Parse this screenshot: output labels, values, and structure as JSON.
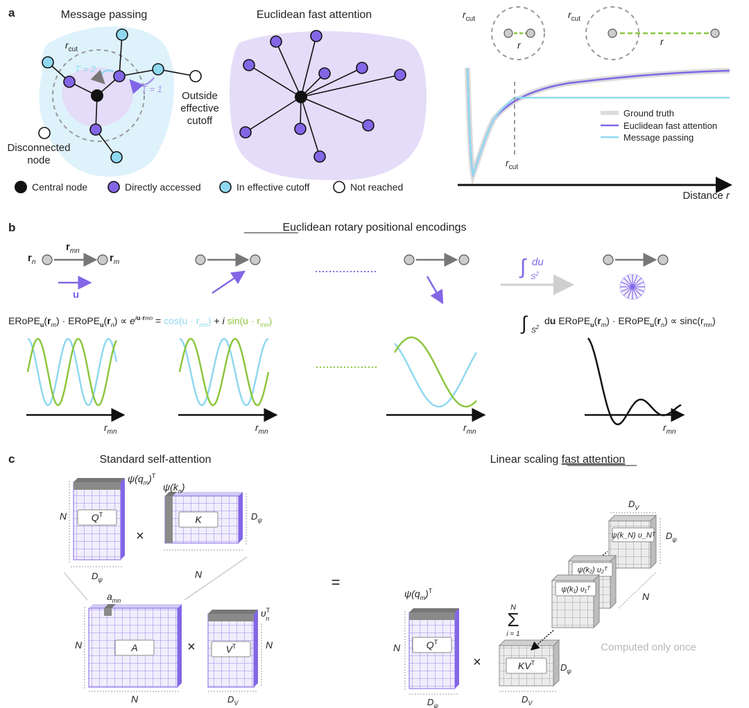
{
  "panel_a": {
    "label": "a",
    "message_passing_title": "Message passing",
    "fast_attention_title": "Euclidean fast attention",
    "r_cut": "r",
    "r_cut_sub": "cut",
    "t2": "T = 2",
    "t1": "T = 1",
    "outside_1": "Outside",
    "outside_2": "effective",
    "outside_3": "cutoff",
    "disconnected_1": "Disconnected",
    "disconnected_2": "node",
    "legend": {
      "central": "Central node",
      "direct": "Directly accessed",
      "effective": "In effective cutoff",
      "not_reached": "Not reached"
    },
    "plot": {
      "r": "r",
      "r_cut": "r",
      "r_cut_sub": "cut",
      "xlabel": "Distance",
      "xlabel_var": "r",
      "legend": {
        "ground_truth": "Ground truth",
        "euclidean": "Euclidean fast attention",
        "message_passing": "Message passing"
      },
      "colors": {
        "ground_truth": "#dcdcdc",
        "euclidean": "#8266e6",
        "message_passing": "#8fd8f0"
      }
    }
  },
  "panel_b": {
    "label": "b",
    "title": "Euclidean rotary positional encodings",
    "r_n": "r",
    "r_n_sub": "n",
    "r_mn": "r",
    "r_mn_sub": "mn",
    "r_m": "r",
    "r_m_sub": "m",
    "u": "u",
    "integral_du": "du",
    "integral_s": "S",
    "integral_s_sup": "2",
    "eq_left": "ERoPE",
    "eq_cos": "cos(u · r",
    "eq_sin": "sin(u · r",
    "eq_right_tail": "∝ sinc(r",
    "axis_label": "r",
    "axis_label_sub": "mn",
    "colors": {
      "cos": "#8fd8f0",
      "sin": "#8dc63f",
      "purple": "#8266e6"
    }
  },
  "panel_c": {
    "label": "c",
    "std_title": "Standard self-attention",
    "fast_title_prefix": "Linear scaling ",
    "fast_title_underlined": "fast attention",
    "psi_q": "ψ(q",
    "psi_k": "ψ(k",
    "qt": "Q",
    "k": "K",
    "a": "A",
    "vt": "V",
    "kvt": "KV",
    "n": "N",
    "d_psi": "D",
    "d_psi_sub": "ψ",
    "d_v": "D",
    "d_v_sub": "V",
    "a_mn": "a",
    "a_mn_sub": "mn",
    "v_n": "υ",
    "times": "×",
    "equals": "=",
    "sum": "Σ",
    "sum_top": "N",
    "sum_bottom": "i = 1",
    "computed_once": "Computed only once",
    "stack_1": "ψ(k",
    "stack_labels": [
      "ψ(k₁) υ₁ᵀ",
      "ψ(k₂) υ₂ᵀ",
      "ψ(k_N) υ_Nᵀ"
    ]
  }
}
